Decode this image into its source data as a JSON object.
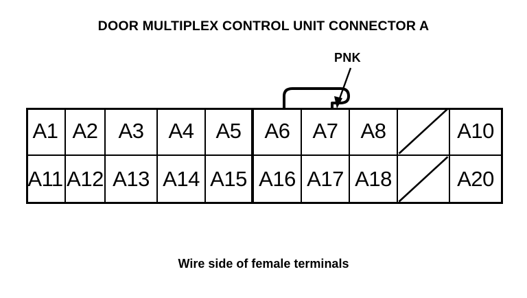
{
  "diagram": {
    "title": "DOOR MULTIPLEX CONTROL UNIT CONNECTOR A",
    "caption": "Wire side of female terminals",
    "colors": {
      "ink": "#000000",
      "background": "#ffffff"
    },
    "callouts": [
      {
        "label": "PNK",
        "name": "pnk-wire-callout",
        "points_to": "A7"
      }
    ],
    "connector": {
      "name": "Connector A",
      "columns": 10,
      "rows": 2,
      "latch": "top-center locking tab",
      "top_row": [
        {
          "id": "A1",
          "type": "terminal"
        },
        {
          "id": "A2",
          "type": "terminal"
        },
        {
          "id": "A3",
          "type": "terminal"
        },
        {
          "id": "A4",
          "type": "terminal"
        },
        {
          "id": "A5",
          "type": "terminal"
        },
        {
          "id": "A6",
          "type": "terminal"
        },
        {
          "id": "A7",
          "type": "terminal"
        },
        {
          "id": "A8",
          "type": "terminal"
        },
        {
          "id": "",
          "type": "unused"
        },
        {
          "id": "A10",
          "type": "terminal"
        }
      ],
      "bottom_row": [
        {
          "id": "A11",
          "type": "terminal"
        },
        {
          "id": "A12",
          "type": "terminal"
        },
        {
          "id": "A13",
          "type": "terminal"
        },
        {
          "id": "A14",
          "type": "terminal"
        },
        {
          "id": "A15",
          "type": "terminal"
        },
        {
          "id": "A16",
          "type": "terminal"
        },
        {
          "id": "A17",
          "type": "terminal"
        },
        {
          "id": "A18",
          "type": "terminal"
        },
        {
          "id": "",
          "type": "unused"
        },
        {
          "id": "A20",
          "type": "terminal"
        }
      ]
    }
  }
}
